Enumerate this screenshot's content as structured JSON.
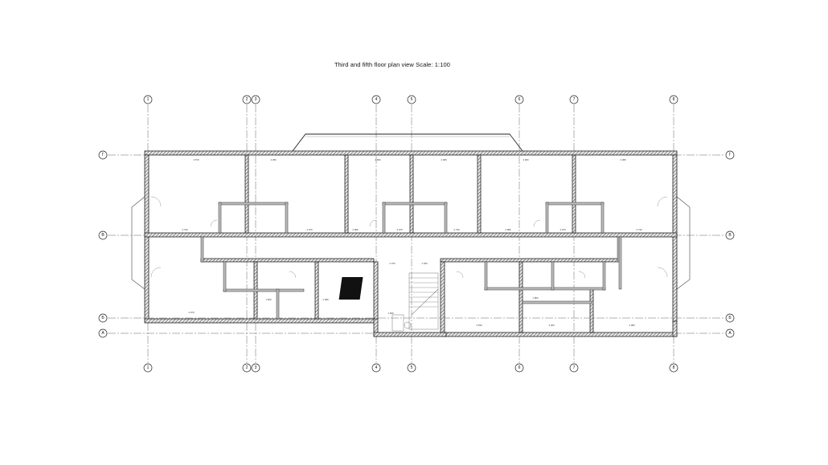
{
  "title": "Third and fifth floor plan view     Scale: 1:100",
  "axes": {
    "vertical": [
      "1",
      "2",
      "3",
      "4",
      "5",
      "6",
      "7",
      "8"
    ],
    "horizontal": [
      "Г",
      "В",
      "Б",
      "А"
    ]
  },
  "dimensions": {
    "top_row": [
      "4 570",
      "2 380",
      "4 900",
      "2 380",
      "4 900",
      "2 380"
    ],
    "mid_row": [
      "2 730",
      "4 070",
      "2 980",
      "4 070",
      "2 730",
      "2 980",
      "4 070",
      "2 730"
    ],
    "corridor": [
      "2 070",
      "1 940"
    ],
    "bottom_row": [
      "2 970",
      "1 600",
      "2 080",
      "1 830",
      "2 530",
      "1 800",
      "3 020",
      "2 080"
    ]
  }
}
